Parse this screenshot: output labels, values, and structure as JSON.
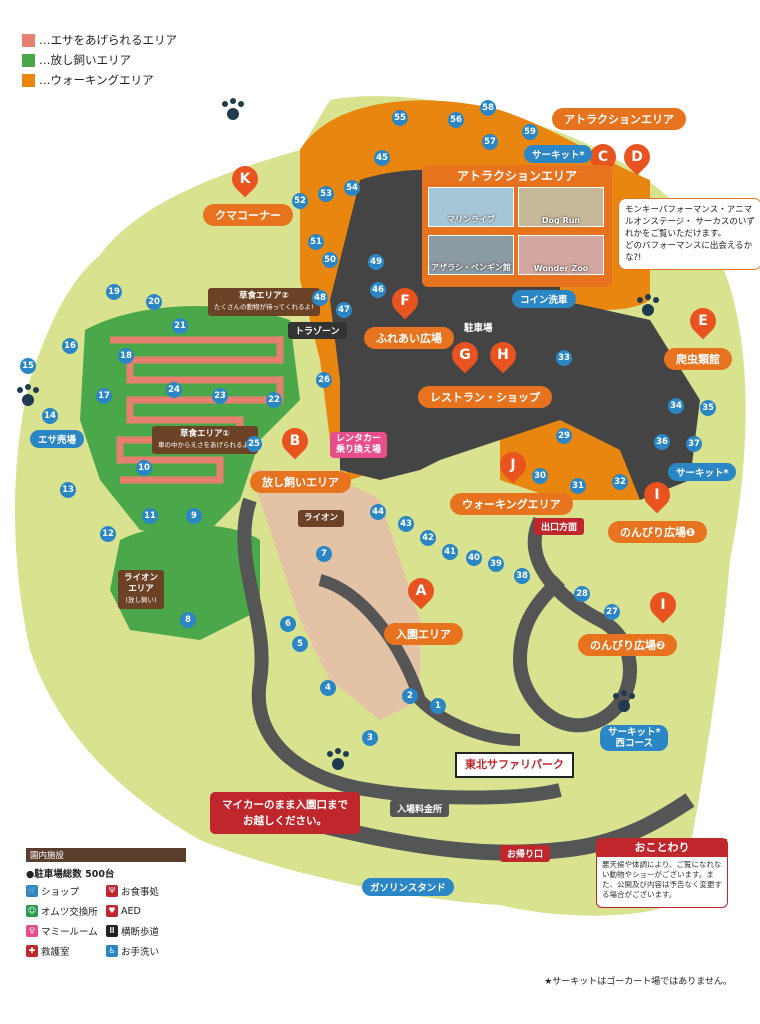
{
  "legend": [
    {
      "label": "…エサをあげられるエリア",
      "color": "#e88070"
    },
    {
      "label": "…放し飼いエリア",
      "color": "#4aa84a"
    },
    {
      "label": "…ウォーキングエリア",
      "color": "#e8860f"
    }
  ],
  "pins": [
    {
      "letter": "K"
    },
    {
      "letter": "F"
    },
    {
      "letter": "G"
    },
    {
      "letter": "H"
    },
    {
      "letter": "E"
    },
    {
      "letter": "B"
    },
    {
      "letter": "J"
    },
    {
      "letter": "I"
    },
    {
      "letter": "A"
    },
    {
      "letter": "I"
    },
    {
      "letter": "C"
    },
    {
      "letter": "D"
    }
  ],
  "zones": {
    "kuma": "クマコーナー",
    "fureai": "ふれあい広場",
    "restaurant": "レストラン・ショップ",
    "reptile": "爬虫類館",
    "free": "放し飼いエリア",
    "walking": "ウォーキングエリア",
    "nonbiri1": "のんびり広場❶",
    "nonbiri2": "のんびり広場❷",
    "entrance": "入園エリア",
    "attraction": "アトラクションエリア"
  },
  "blue_labels": {
    "circuit1": "サーキット*",
    "circuit2": "サーキット*",
    "circuit3": "サーキット*\n西コース",
    "coin_wash": "コイン洗車",
    "feed_shop": "エサ売場",
    "gas": "ガソリンスタンド"
  },
  "attraction_panel": {
    "title": "アトラクションエリア",
    "photos": [
      "マリンライブ",
      "Dog Run",
      "アザラシ・ペンギン館",
      "Wonder Zoo"
    ]
  },
  "callout": "モンキーパフォーマンス・アニマルオンステージ・ サーカスのいずれかをご覧いただけます。\nどのパフォーマンスに出会えるかな?!",
  "signs": {
    "feed2": "草食エリア②",
    "feed2_sub": "たくさんの動物が待ってくれるよ!",
    "feed1": "草食エリア①",
    "feed1_sub": "車の中からえさをあげられるよ!",
    "lion_area": "ライオン\nエリア",
    "lion_area_sub": "(放し飼い)",
    "lion": "ライオン",
    "tolyzon": "トラゾーン",
    "exit_dir": "出口方面",
    "parking": "駐車場",
    "rental": "レンタカー\n乗り換え場",
    "ticket": "入場料金所",
    "return": "お帰り口",
    "gate": "東北サファリパーク"
  },
  "red_note": "マイカーのまま入園口まで\nお越しください。",
  "notice": {
    "title": "おことわり",
    "body": "悪天候や体調により、ご覧になれない動物やショーがございます。また、公開及び内容は予告なく変更する場合がございます。"
  },
  "facilities": {
    "title": "園内施設",
    "parking": "●駐車場総数 500台",
    "items": [
      {
        "label": "ショップ",
        "icon": "cart-icon",
        "color": "#2b86c5"
      },
      {
        "label": "お食事処",
        "icon": "fork-knife-icon",
        "color": "#c0272d"
      },
      {
        "label": "オムツ交換所",
        "icon": "baby-icon",
        "color": "#2b9a4a"
      },
      {
        "label": "AED",
        "icon": "heart-icon",
        "color": "#c0272d"
      },
      {
        "label": "マミールーム",
        "icon": "mommy-icon",
        "color": "#e84e8a"
      },
      {
        "label": "横断歩道",
        "icon": "crosswalk-icon",
        "color": "#222222"
      },
      {
        "label": "救護室",
        "icon": "cross-icon",
        "color": "#c0272d"
      },
      {
        "label": "お手洗い",
        "icon": "toilet-icon",
        "color": "#2b86c5"
      }
    ]
  },
  "numbers": [
    "1",
    "2",
    "3",
    "4",
    "5",
    "6",
    "7",
    "8",
    "9",
    "10",
    "11",
    "12",
    "13",
    "14",
    "15",
    "16",
    "17",
    "18",
    "19",
    "20",
    "21",
    "22",
    "23",
    "24",
    "25",
    "26",
    "27",
    "28",
    "29",
    "30",
    "31",
    "32",
    "33",
    "34",
    "35",
    "36",
    "37",
    "38",
    "39",
    "40",
    "41",
    "42",
    "43",
    "44",
    "45",
    "46",
    "47",
    "48",
    "49",
    "50",
    "51",
    "52",
    "53",
    "54",
    "55",
    "56",
    "57",
    "58",
    "59"
  ],
  "footnote": "★サーキットはゴーカート場ではありません。"
}
